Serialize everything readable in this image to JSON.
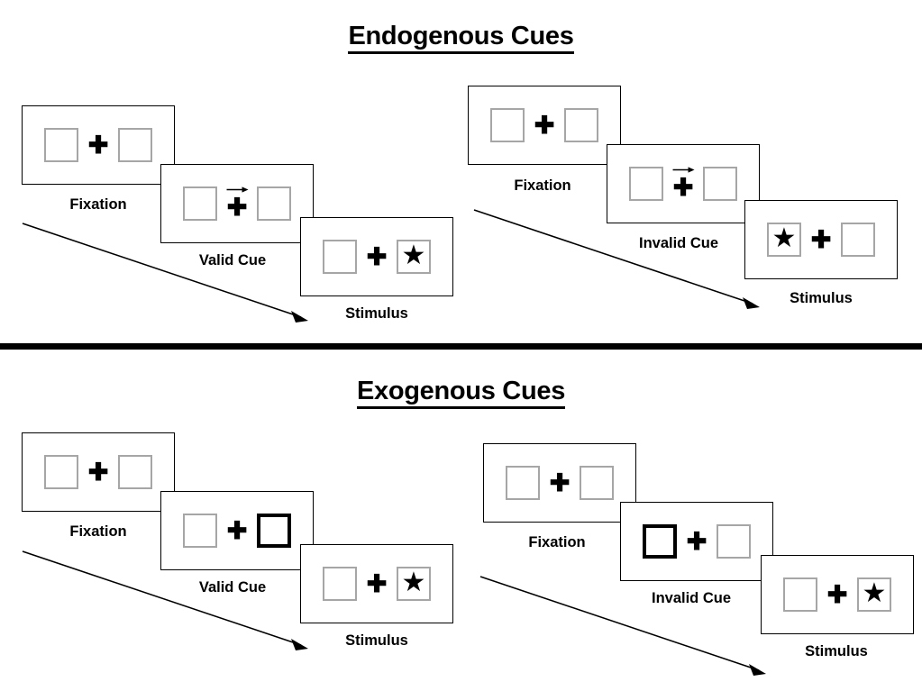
{
  "figure": {
    "title_endogenous": "Endogenous Cues",
    "title_exogenous": "Exogenous Cues",
    "colors": {
      "ink": "#000000",
      "box_outline": "#a6a6a6",
      "cued_box_outline": "#000000",
      "background": "#ffffff"
    }
  },
  "sections": [
    {
      "id": "endogenous",
      "title": "Endogenous Cues",
      "sequences": [
        {
          "id": "endogenous-valid",
          "cue_type": "valid",
          "panels": [
            {
              "label": "Fixation",
              "left_box": "empty",
              "right_box": "empty",
              "center": "plus",
              "cue_direction": "none"
            },
            {
              "label": "Valid Cue",
              "left_box": "empty",
              "right_box": "empty",
              "center": "plus-with-arrow",
              "cue_direction": "right"
            },
            {
              "label": "Stimulus",
              "left_box": "empty",
              "right_box": "star",
              "center": "plus",
              "cue_direction": "none"
            }
          ]
        },
        {
          "id": "endogenous-invalid",
          "cue_type": "invalid",
          "panels": [
            {
              "label": "Fixation",
              "left_box": "empty",
              "right_box": "empty",
              "center": "plus",
              "cue_direction": "none"
            },
            {
              "label": "Invalid Cue",
              "left_box": "empty",
              "right_box": "empty",
              "center": "plus-with-arrow",
              "cue_direction": "right"
            },
            {
              "label": "Stimulus",
              "left_box": "star",
              "right_box": "empty",
              "center": "plus",
              "cue_direction": "none"
            }
          ]
        }
      ]
    },
    {
      "id": "exogenous",
      "title": "Exogenous Cues",
      "sequences": [
        {
          "id": "exogenous-valid",
          "cue_type": "valid",
          "panels": [
            {
              "label": "Fixation",
              "left_box": "empty",
              "right_box": "empty",
              "center": "plus",
              "cue_direction": "none"
            },
            {
              "label": "Valid Cue",
              "left_box": "empty",
              "right_box": "cued",
              "center": "plus",
              "cue_direction": "none"
            },
            {
              "label": "Stimulus",
              "left_box": "empty",
              "right_box": "star",
              "center": "plus",
              "cue_direction": "none"
            }
          ]
        },
        {
          "id": "exogenous-invalid",
          "cue_type": "invalid",
          "panels": [
            {
              "label": "Fixation",
              "left_box": "empty",
              "right_box": "empty",
              "center": "plus",
              "cue_direction": "none"
            },
            {
              "label": "Invalid Cue",
              "left_box": "cued",
              "right_box": "empty",
              "center": "plus",
              "cue_direction": "none"
            },
            {
              "label": "Stimulus",
              "left_box": "empty",
              "right_box": "star",
              "center": "plus",
              "cue_direction": "none"
            }
          ]
        }
      ]
    }
  ],
  "glyphs": {
    "star": "★",
    "plus": "✚",
    "cue_arrow": "right-arrow"
  }
}
